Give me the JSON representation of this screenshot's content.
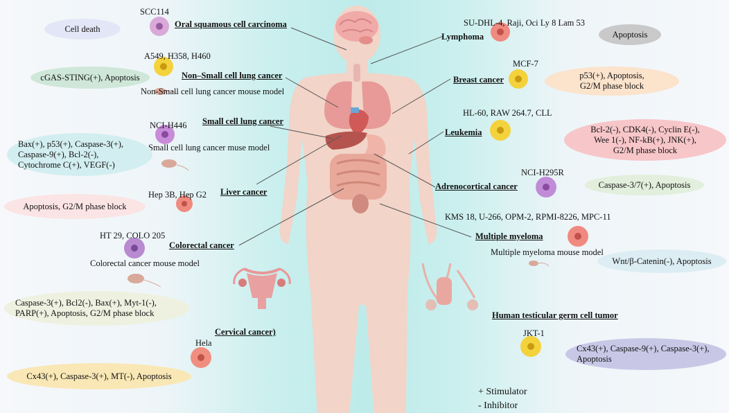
{
  "cancers": {
    "oral": "Oral squamous cell carcinoma",
    "nsclc": "Non–Small cell lung cancer",
    "sclc": "Small cell lung cancer",
    "liver": "Liver cancer",
    "colorectal": "Colorectal cancer",
    "cervical": "Cervical cancer)",
    "lymphoma": "Lymphoma",
    "breast": "Breast cancer",
    "leukemia": "Leukemia",
    "adrenocortical": "Adrenocortical cancer",
    "myeloma": "Multiple myeloma",
    "testicular": "Human testicular germ cell tumor"
  },
  "cell_lines": {
    "oral": "SCC114",
    "nsclc": "A549, H358, H460",
    "sclc": "NCI-H446",
    "liver": "Hep 3B, Hep G2",
    "colorectal": "HT 29, COLO 205",
    "cervical": "Hela",
    "lymphoma": "SU-DHL-4, Raji, Oci Ly 8 Lam 53",
    "breast": "MCF-7",
    "leukemia": "HL-60, RAW 264.7, CLL",
    "adrenocortical": "NCI-H295R",
    "myeloma": "KMS 18, U-266, OPM-2, RPMI-8226, MPC-11",
    "testicular": "JKT-1"
  },
  "models": {
    "nsclc": "Non-Small cell lung cancer mouse model",
    "sclc": "Small cell lung cancer muse model",
    "colorectal": "Colorectal cancer mouse  model",
    "myeloma": "Multiple myeloma mouse  model"
  },
  "effects": {
    "oral": "Cell death",
    "nsclc": "cGAS-STING(+), Apoptosis",
    "sclc": "Bax(+), p53(+), Caspase-3(+),\nCaspase-9(+), Bcl-2(-),\nCytochrome C(+), VEGF(-)",
    "liver": "Apoptosis, G2/M phase block",
    "colorectal": "Caspase-3(+), Bcl2(-), Bax(+), Myt-1(-),\nPARP(+), Apoptosis, G2/M phase block",
    "cervical": "Cx43(+), Caspase-3(+), MT(-), Apoptosis",
    "lymphoma": "Apoptosis",
    "breast": "p53(+), Apoptosis,\nG2/M phase block",
    "leukemia": "Bcl-2(-), CDK4(-), Cyclin E(-),\nWee 1(-), NF-kB(+), JNK(+),\nG2/M phase block",
    "adrenocortical": "Caspase-3/7(+), Apoptosis",
    "myeloma": "Wnt/β-Catenin(-), Apoptosis",
    "testicular": "Cx43(+), Caspase-9(+), Caspase-3(+),\nApoptosis"
  },
  "legend": {
    "stimulator": "+ Stimulator",
    "inhibitor": "- Inhibitor"
  },
  "colors": {
    "pill_lavender": "#e3e6f6",
    "pill_green": "#cfe7d8",
    "pill_aqua": "#d3eef0",
    "pill_pink": "#fbe4e4",
    "pill_cream": "#eef1e0",
    "pill_yellow": "#f9e7b5",
    "pill_gray": "#c9c9c9",
    "pill_peach": "#fbe3cc",
    "pill_red": "#f7c6c9",
    "pill_lightgreen": "#e2efdc",
    "pill_lightblue": "#dcedf3",
    "pill_purple": "#c8c8e6",
    "body_skin": "#f3d3c8"
  },
  "icons": [
    "brain-icon",
    "lungs-icon",
    "heart-icon",
    "liver-icon",
    "stomach-icon",
    "intestine-icon",
    "uterus-icon",
    "male-reproductive-icon",
    "mouse-icon",
    "cell-icon"
  ]
}
